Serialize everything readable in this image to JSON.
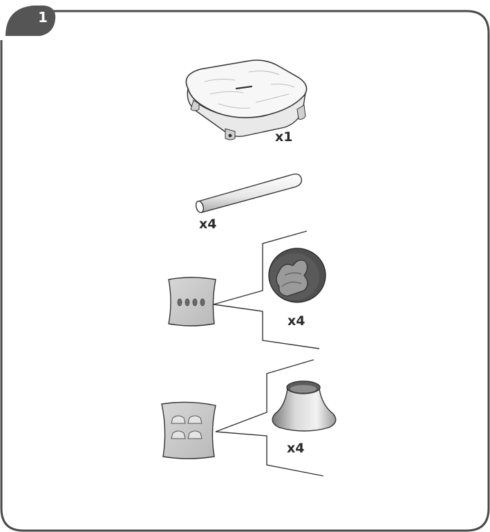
{
  "step": {
    "number": "1"
  },
  "parts": [
    {
      "name": "base",
      "quantity": "x1"
    },
    {
      "name": "tube",
      "quantity": "x4"
    },
    {
      "name": "connector-cap",
      "quantity": "x4"
    },
    {
      "name": "foot",
      "quantity": "x4"
    }
  ],
  "colors": {
    "frame": "#4a4a4a",
    "badge": "#555555",
    "part_fill": "#f4f4f4",
    "dark_part": "#4f4f4f",
    "sheet": "#c9c9c9"
  }
}
